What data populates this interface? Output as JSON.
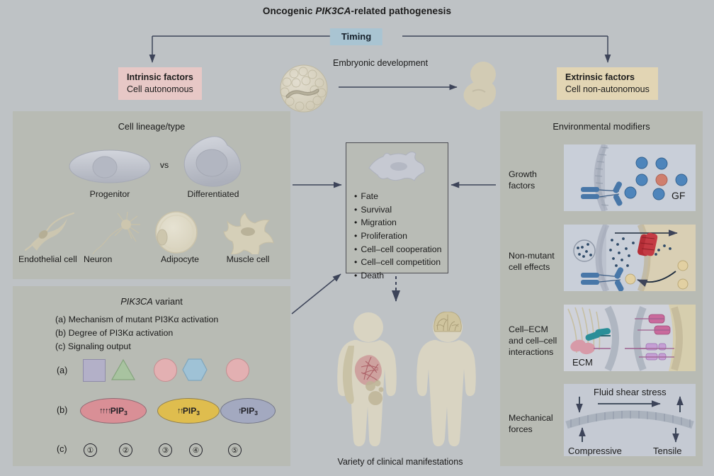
{
  "header": {
    "title_pre": "Oncogenic ",
    "title_gene": "PIK3CA",
    "title_post": "-related pathogenesis",
    "timing_label": "Timing"
  },
  "branches": {
    "intrinsic": {
      "heading": "Intrinsic factors",
      "subtitle": "Cell autonomous"
    },
    "extrinsic": {
      "heading": "Extrinsic factors",
      "subtitle": "Cell non-autonomous"
    },
    "embryonic_label": "Embryonic development"
  },
  "lineage_panel": {
    "title": "Cell lineage/type",
    "vs_label": "vs",
    "top_cells": [
      {
        "name": "Progenitor",
        "icon": "progenitor-cell-icon"
      },
      {
        "name": "Differentiated",
        "icon": "differentiated-cell-icon"
      }
    ],
    "bottom_cells": [
      {
        "name": "Endothelial cell",
        "icon": "endothelial-cell-icon"
      },
      {
        "name": "Neuron",
        "icon": "neuron-icon"
      },
      {
        "name": "Adipocyte",
        "icon": "adipocyte-icon"
      },
      {
        "name": "Muscle cell",
        "icon": "muscle-cell-icon"
      }
    ]
  },
  "variant_panel": {
    "title_gene": "PIK3CA",
    "title_rest": " variant",
    "lines": [
      "(a) Mechanism of mutant PI3Kα activation",
      "(b) Degree of PI3Kα activation",
      "(c) Signaling output"
    ],
    "row_labels": {
      "a": "(a)",
      "b": "(b)",
      "c": "(c)"
    },
    "mechanism_shapes": [
      {
        "shape": "square",
        "color": "#b3b0c8"
      },
      {
        "shape": "triangle",
        "color": "#a8c3a0"
      },
      {
        "shape": "circle",
        "color": "#e3b0b2"
      },
      {
        "shape": "hexagon",
        "color": "#9fc2d6"
      },
      {
        "shape": "circle",
        "color": "#e3b0b2"
      }
    ],
    "pip3_nodes": [
      {
        "arrows": "↑↑↑↑",
        "label": "PIP",
        "sub": "3",
        "color": "#d98f96"
      },
      {
        "arrows": "↑↑",
        "label": "PIP",
        "sub": "3",
        "color": "#dfbd4e"
      },
      {
        "arrows": "↑",
        "label": "PIP",
        "sub": "3",
        "color": "#a3a9c0"
      }
    ],
    "outputs": [
      "①",
      "②",
      "③",
      "④",
      "⑤"
    ]
  },
  "outcome_box": {
    "cell_icon": "spread-cell-icon",
    "items": [
      "Fate",
      "Survival",
      "Migration",
      "Proliferation",
      "Cell–cell cooperation",
      "Cell–cell competition",
      "Death"
    ]
  },
  "env_panel": {
    "title": "Environmental modifiers",
    "rows": [
      {
        "label": "Growth\nfactors",
        "icon": "growth-factor-receptor-icon",
        "inline_label": "GF"
      },
      {
        "label": "Non-mutant\ncell effects",
        "icon": "non-mutant-cell-effects-icon"
      },
      {
        "label": "Cell–ECM\nand cell–cell\ninteractions",
        "icon": "cell-ecm-interactions-icon",
        "inline_label": "ECM"
      },
      {
        "label": "Mechanical\nforces",
        "icon": "mechanical-forces-icon",
        "annotations": {
          "top": "Fluid shear stress",
          "bottom_left": "Compressive",
          "bottom_right": "Tensile"
        }
      }
    ]
  },
  "clinical": {
    "caption": "Variety of clinical manifestations",
    "figures": [
      "patient-figure-front",
      "patient-figure-back"
    ]
  },
  "colors": {
    "page_bg": "#bec2c5",
    "panel_bg": "#b8bbb4",
    "arrow": "#3d4459",
    "timing_bg": "#a9c4d2",
    "intrinsic_bg": "#e7c8c6",
    "extrinsic_bg": "#e2d5b4"
  }
}
